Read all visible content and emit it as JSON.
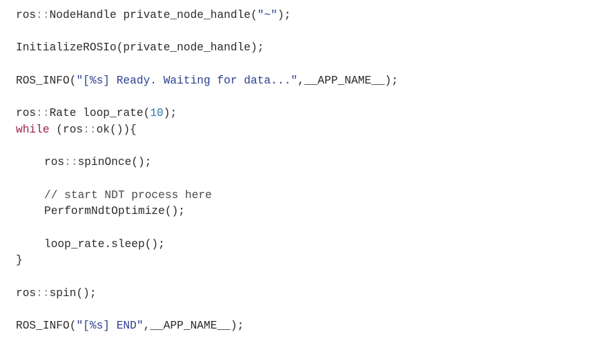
{
  "code": {
    "line1": {
      "a": "ros",
      "b": "::",
      "c": "NodeHandle private_node_handle(",
      "d": "\"~\"",
      "e": ");"
    },
    "line2": {
      "a": "InitializeROSIo(private_node_handle);"
    },
    "line3": {
      "a": "ROS_INFO(",
      "b": "\"[%s] Ready. Waiting for data...\"",
      "c": ",__APP_NAME__);"
    },
    "line4": {
      "a": "ros",
      "b": "::",
      "c": "Rate loop_rate(",
      "d": "10",
      "e": ");"
    },
    "line5": {
      "a": "while",
      "b": " (ros",
      "c": "::",
      "d": "ok()){"
    },
    "line6": {
      "a": "ros",
      "b": "::",
      "c": "spinOnce();"
    },
    "line7": {
      "a": "// start NDT process here"
    },
    "line8": {
      "a": "PerformNdtOptimize();"
    },
    "line9": {
      "a": "loop_rate.sleep();"
    },
    "line10": {
      "a": "}"
    },
    "line11": {
      "a": "ros",
      "b": "::",
      "c": "spin();"
    },
    "line12": {
      "a": "ROS_INFO(",
      "b": "\"[%s] END\"",
      "c": ",__APP_NAME__);"
    }
  },
  "colors": {
    "text": "#2b2b2b",
    "namespace_separator": "#8a8a8a",
    "string": "#2b3f91",
    "keyword": "#9c1f4f",
    "number": "#2a78a8",
    "background": "#ffffff"
  }
}
